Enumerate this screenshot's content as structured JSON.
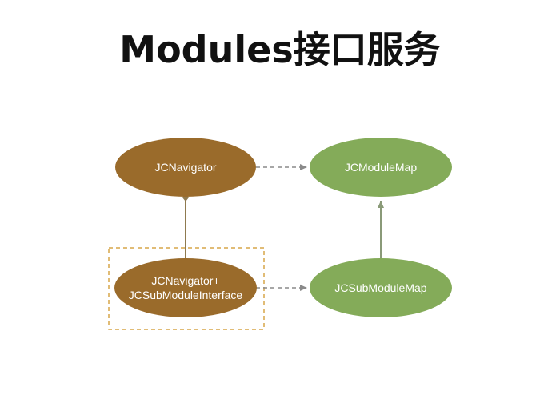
{
  "title": "Modules接口服务",
  "nodes": {
    "navigator": {
      "label": "JCNavigator",
      "color": "#9a6b2b"
    },
    "module_map": {
      "label": "JCModuleMap",
      "color": "#84ab59"
    },
    "category": {
      "line1": "JCNavigator+",
      "line2": "JCSubModuleInterface",
      "color": "#9a6b2b"
    },
    "sub_module_map": {
      "label": "JCSubModuleMap",
      "color": "#84ab59"
    }
  },
  "colors": {
    "dashed_arrow": "#8a8a8a",
    "solid_connector": "#8f7a4f",
    "solid_arrow": "#8a9a78",
    "dashed_box": "#d7a648"
  }
}
